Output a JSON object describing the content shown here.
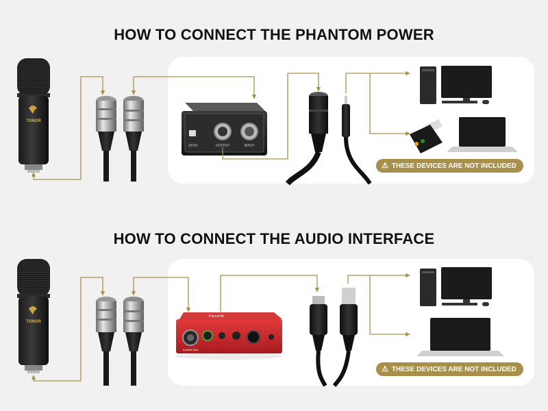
{
  "sections": [
    {
      "title": "HOW TO CONNECT THE PHANTOM POWER",
      "note": "THESE DEVICES ARE NOT INCLUDED"
    },
    {
      "title": "HOW TO CONNECT THE AUDIO INTERFACE",
      "note": "THESE DEVICES ARE NOT INCLUDED"
    }
  ],
  "labels": {
    "mic_brand": "TONOR",
    "phantom_output": "OUTPUT",
    "phantom_input": "INPUT",
    "phantom_dc": "DC5V",
    "interface_brand": "Focusrite",
    "interface_model": "Scarlett Solo"
  },
  "colors": {
    "accent": "#a8904a",
    "panel": "#ffffff",
    "background": "#f1f1f1",
    "interface_red": "#c8242b"
  },
  "icons": {
    "warning": "warning-icon"
  }
}
